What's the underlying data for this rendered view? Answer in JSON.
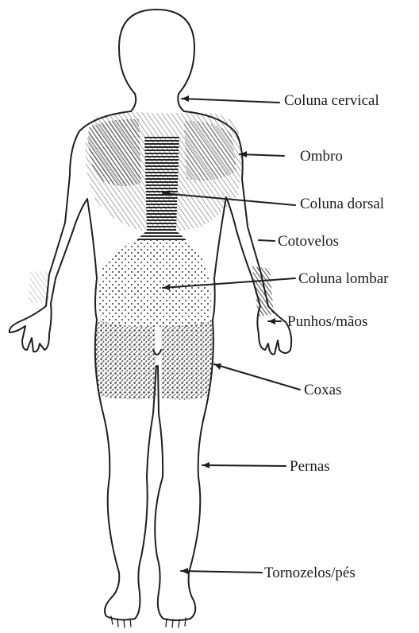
{
  "colors": {
    "ink": "#1f1f1f",
    "shade_dark": "#3a3a3a",
    "shade_light": "#8a8a8a",
    "background": "#ffffff"
  },
  "labels": {
    "cervical": "Coluna cervical",
    "ombro": "Ombro",
    "dorsal": "Coluna dorsal",
    "cotovelos": "Cotovelos",
    "lombar": "Coluna lombar",
    "punhos": "Punhos/mãos",
    "coxas": "Coxas",
    "pernas": "Pernas",
    "tornozelos": "Tornozelos/pés"
  }
}
